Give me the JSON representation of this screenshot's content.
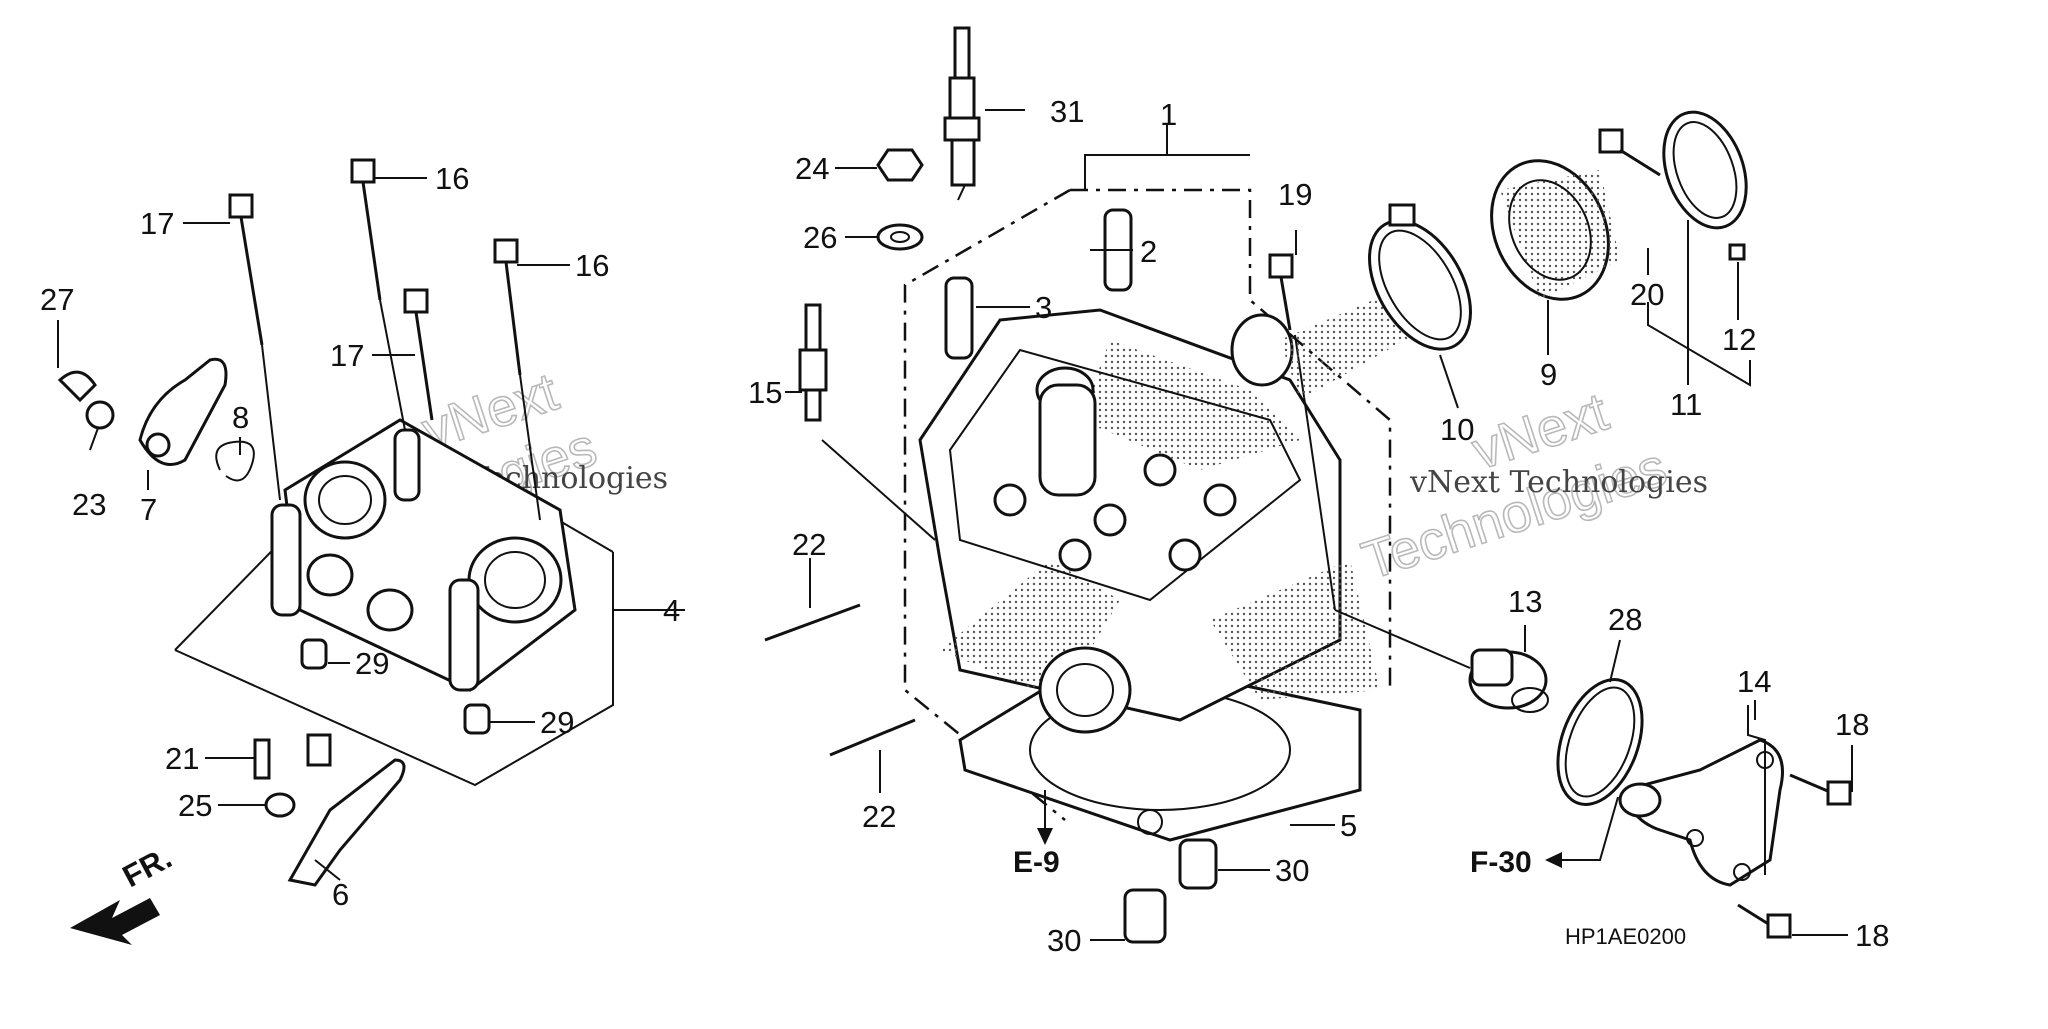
{
  "diagram": {
    "diagram_code": "HP1AE0200",
    "front_marker": "FR.",
    "refs": {
      "e9": "E-9",
      "f30": "F-30"
    },
    "watermarks": [
      {
        "big": "vNext",
        "big2": "Technologies",
        "small": "vNext Technologies"
      },
      {
        "big": "vNext",
        "big2": "Technologies",
        "small": "vNext Technologies"
      }
    ],
    "callouts": [
      "1",
      "2",
      "3",
      "4",
      "5",
      "6",
      "7",
      "8",
      "9",
      "10",
      "11",
      "12",
      "13",
      "14",
      "15",
      "16",
      "16",
      "17",
      "17",
      "18",
      "18",
      "19",
      "20",
      "21",
      "22",
      "22",
      "23",
      "24",
      "25",
      "26",
      "27",
      "28",
      "29",
      "29",
      "30",
      "30",
      "31"
    ]
  }
}
